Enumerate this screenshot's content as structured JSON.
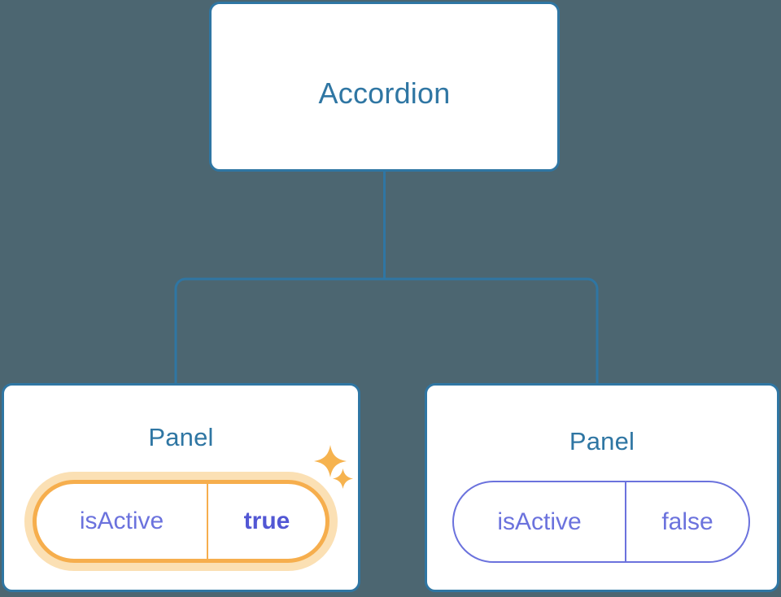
{
  "diagram": {
    "type": "component-tree",
    "background_color": "#4c6671",
    "node_border_color": "#2f76a3",
    "node_title_color": "#2f76a3",
    "connector_color": "#2f76a3",
    "prop_text_color": "#6b72dd",
    "highlight_color": "#f6ae4d",
    "highlight_glow_color": "#fbe0b4",
    "root": {
      "title": "Accordion"
    },
    "children": [
      {
        "title": "Panel",
        "highlighted": true,
        "prop": {
          "key": "isActive",
          "value": "true"
        },
        "sparkles": [
          "sparkle-icon-large",
          "sparkle-icon-small"
        ]
      },
      {
        "title": "Panel",
        "highlighted": false,
        "prop": {
          "key": "isActive",
          "value": "false"
        }
      }
    ]
  }
}
